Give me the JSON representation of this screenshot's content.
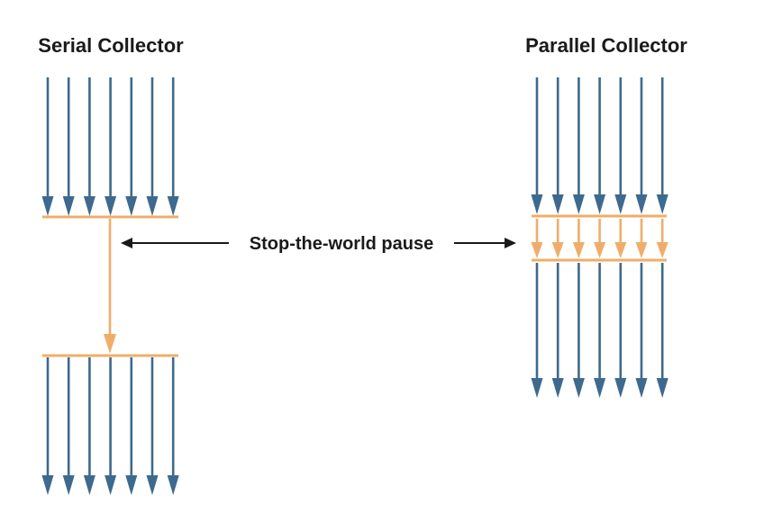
{
  "serial": {
    "title": "Serial Collector",
    "thread_count": 7
  },
  "parallel": {
    "title": "Parallel Collector",
    "thread_count": 7
  },
  "pause_label": "Stop-the-world pause",
  "colors": {
    "thread": "#3d6a8e",
    "gc": "#f0ad6a",
    "text": "#1a1a1a",
    "label_arrow": "#1a1a1a"
  }
}
